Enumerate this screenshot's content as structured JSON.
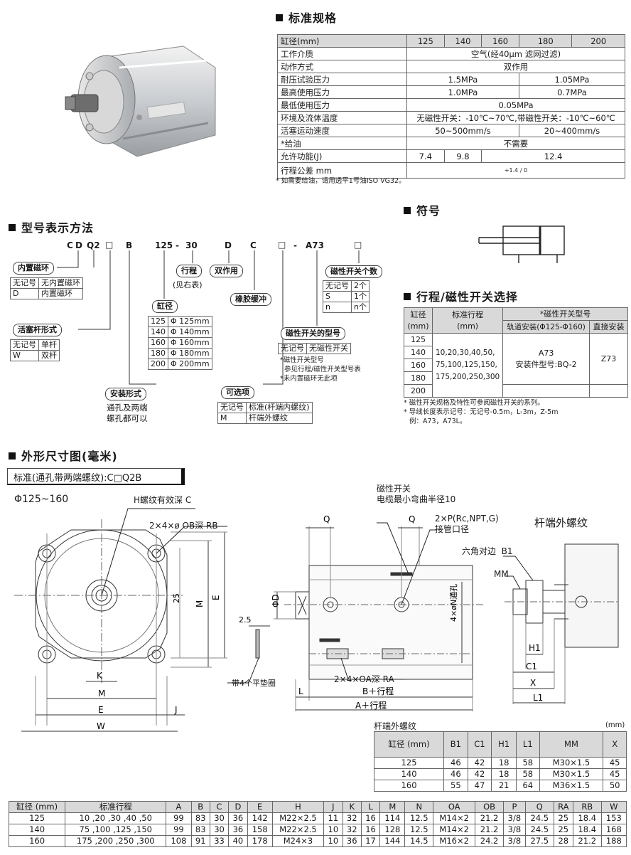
{
  "spec": {
    "heading": "标准规格",
    "header": [
      "缸径(mm)",
      "125",
      "140",
      "160",
      "180",
      "200"
    ],
    "rows": [
      {
        "label": "工作介质",
        "cells": [
          {
            "text": "空气(经40μm 滤网过滤)",
            "span": 5
          }
        ]
      },
      {
        "label": "动作方式",
        "cells": [
          {
            "text": "双作用",
            "span": 5
          }
        ]
      },
      {
        "label": "耐压试验压力",
        "cells": [
          {
            "text": "1.5MPa",
            "span": 3
          },
          {
            "text": "1.05MPa",
            "span": 2
          }
        ]
      },
      {
        "label": "最高使用压力",
        "cells": [
          {
            "text": "1.0MPa",
            "span": 3
          },
          {
            "text": "0.7MPa",
            "span": 2
          }
        ]
      },
      {
        "label": "最低使用压力",
        "cells": [
          {
            "text": "0.05MPa",
            "span": 5
          }
        ]
      },
      {
        "label": "环境及流体温度",
        "cells": [
          {
            "text": "无磁性开关：-10℃~70℃,带磁性开关：-10℃~60℃",
            "span": 5
          }
        ]
      },
      {
        "label": "活塞运动速度",
        "cells": [
          {
            "text": "50~500mm/s",
            "span": 3
          },
          {
            "text": "20~400mm/s",
            "span": 2
          }
        ]
      },
      {
        "label": "*给油",
        "cells": [
          {
            "text": "不需要",
            "span": 5
          }
        ]
      },
      {
        "label": "允许功能(J)",
        "cells": [
          {
            "text": "7.4",
            "span": 1
          },
          {
            "text": "9.8",
            "span": 1
          },
          {
            "text": "12.4",
            "span": 3
          }
        ]
      },
      {
        "label": "行程公差 mm",
        "cells": [
          {
            "text": "+1.4 / 0",
            "span": 5
          }
        ]
      }
    ],
    "note": "* 如需要给油，请用透平1号油ISO VG32。"
  },
  "model": {
    "heading": "型号表示方法",
    "codes": [
      "C",
      "D",
      "Q2",
      "□",
      "B",
      "125",
      "-",
      "30",
      "D",
      "C",
      "□",
      "-",
      "A73",
      "□"
    ],
    "magnet_ring": {
      "title": "内置磁环",
      "rows": [
        [
          "无记号",
          "无内置磁环"
        ],
        [
          "D",
          "内置磁环"
        ]
      ]
    },
    "rod_form": {
      "title": "活塞杆形式",
      "rows": [
        [
          "无记号",
          "单杆"
        ],
        [
          "W",
          "双杆"
        ]
      ]
    },
    "mount": {
      "title": "安装形式",
      "lines": [
        "通孔及两端",
        "螺孔都可以"
      ]
    },
    "bore": {
      "title": "缸径",
      "rows": [
        [
          "125",
          "Φ 125mm"
        ],
        [
          "140",
          "Φ 140mm"
        ],
        [
          "160",
          "Φ 160mm"
        ],
        [
          "180",
          "Φ 180mm"
        ],
        [
          "200",
          "Φ 200mm"
        ]
      ]
    },
    "stroke": {
      "title": "行程",
      "sub": "(见右表)"
    },
    "double": {
      "title": "双作用"
    },
    "cushion": {
      "title": "橡胶缓冲"
    },
    "options": {
      "title": "可选项",
      "rows": [
        [
          "无记号",
          "标准(杆端内螺纹)"
        ],
        [
          "M",
          "杆端外螺纹"
        ]
      ]
    },
    "switch_model": {
      "title": "磁性开关的型号",
      "rows": [
        [
          "无记号",
          "无磁性开关"
        ]
      ],
      "notes": [
        "*磁性开关型号",
        "参见行程/磁性开关型号表",
        "*未内置磁环无此项"
      ]
    },
    "switch_count": {
      "title": "磁性开关个数",
      "rows": [
        [
          "无记号",
          "2个"
        ],
        [
          "S",
          "1个"
        ],
        [
          "n",
          "n个"
        ]
      ]
    }
  },
  "symbol": {
    "heading": "符号"
  },
  "selection": {
    "heading": "行程/磁性开关选择",
    "h_bore": "缸径\n(mm)",
    "h_stroke": "标准行程\n(mm)",
    "h_switch": "*磁性开关型号",
    "h_rail": "轨道安装(Φ125-Φ160)",
    "h_direct": "直接安装",
    "bores": [
      "125",
      "140",
      "160",
      "180",
      "200"
    ],
    "strokes": [
      "10,20,30,40,50,",
      "75,100,125,150,",
      "175,200,250,300"
    ],
    "rail": [
      "A73",
      "安装件型号:BQ-2"
    ],
    "direct": "Z73",
    "notes": [
      "* 磁性开关规格及特性可参阅磁性开关的系列。",
      "* 导线长度表示记号：无记号-0.5m，L-3m，Z-5m",
      "  例：A73，A73L。"
    ]
  },
  "dimensions": {
    "heading": "外形尺寸图(毫米)",
    "tab": "标准(通孔带两端螺纹):C□Q2B",
    "range": "Φ125~160",
    "front_labels": {
      "h_thread": "H螺纹有效深 C",
      "ob": "2×4×ø OB深 RB",
      "k": "K",
      "m": "M",
      "e": "E",
      "w": "W",
      "j": "J",
      "d25": "25"
    },
    "side_labels": {
      "switch1": "磁性开关",
      "switch2": "电缆最小弯曲半径10",
      "q": "Q",
      "port1": "2×P(Rc,NPT,G)",
      "port2": "接管口径",
      "phid": "ΦD",
      "d25": "2.5",
      "washer": "带4个平垫圈",
      "n_hole": "4×øN通孔",
      "oa": "2×4×OA深 RA",
      "l": "L",
      "b_stroke": "B＋行程",
      "a_stroke": "A＋行程"
    },
    "rod_labels": {
      "title": "杆端外螺纹",
      "hex": "六角对边",
      "b1": "B1",
      "mm": "MM",
      "h1": "H1",
      "c1": "C1",
      "x": "X",
      "l1": "L1"
    }
  },
  "rod_table": {
    "title": "杆端外螺纹",
    "unit": "(mm)",
    "header": [
      "缸径 (mm)",
      "B1",
      "C1",
      "H1",
      "L1",
      "MM",
      "X"
    ],
    "rows": [
      [
        "125",
        "46",
        "42",
        "18",
        "58",
        "M30×1.5",
        "45"
      ],
      [
        "140",
        "46",
        "42",
        "18",
        "58",
        "M30×1.5",
        "45"
      ],
      [
        "160",
        "55",
        "47",
        "21",
        "64",
        "M36×1.5",
        "50"
      ]
    ]
  },
  "dim_table": {
    "header": [
      "缸径 (mm)",
      "标准行程",
      "A",
      "B",
      "C",
      "D",
      "E",
      "H",
      "J",
      "K",
      "L",
      "M",
      "N",
      "OA",
      "OB",
      "P",
      "Q",
      "RA",
      "RB",
      "W"
    ],
    "rows": [
      [
        "125",
        "10 ,20 ,30 ,40 ,50",
        "99",
        "83",
        "30",
        "36",
        "142",
        "M22×2.5",
        "11",
        "32",
        "16",
        "114",
        "12.5",
        "M14×2",
        "21.2",
        "3/8",
        "24.5",
        "25",
        "18.4",
        "153"
      ],
      [
        "140",
        "75 ,100 ,125 ,150",
        "99",
        "83",
        "30",
        "36",
        "158",
        "M22×2.5",
        "10",
        "32",
        "16",
        "128",
        "12.5",
        "M14×2",
        "21.2",
        "3/8",
        "24.5",
        "25",
        "18.4",
        "168"
      ],
      [
        "160",
        "175 ,200 ,250 ,300",
        "108",
        "91",
        "33",
        "40",
        "178",
        "M24×3",
        "10",
        "36",
        "17",
        "144",
        "14.5",
        "M16×2",
        "24.2",
        "3/8",
        "27.5",
        "28",
        "21.2",
        "188"
      ]
    ]
  }
}
